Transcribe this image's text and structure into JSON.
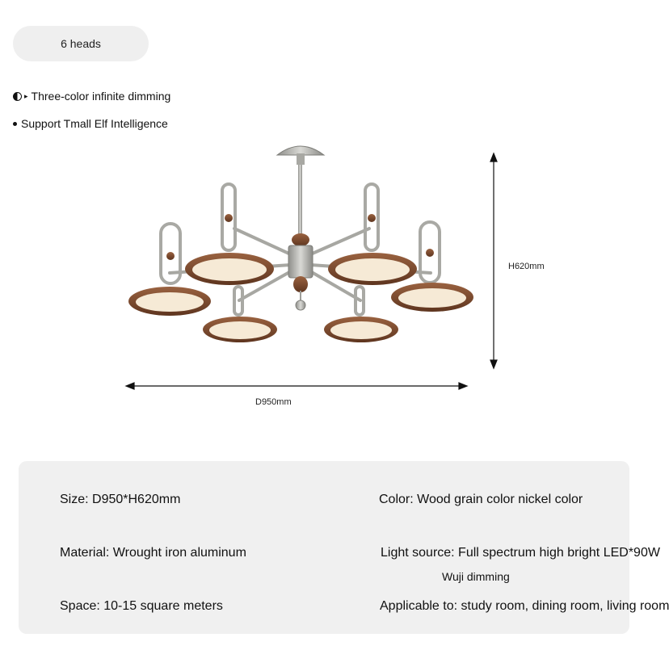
{
  "variant_pill": {
    "label": "6 heads"
  },
  "features": [
    {
      "text": "Three-color infinite dimming",
      "icon": "half-circle-bullet-icon"
    },
    {
      "text": "Support Tmall Elf Intelligence",
      "icon": "dot-bullet-icon"
    }
  ],
  "dimensions": {
    "height_label": "H620mm",
    "diameter_label": "D950mm"
  },
  "specs": {
    "size": "Size: D950*H620mm",
    "color": "Color: Wood grain color   nickel color",
    "material": "Material: Wrought iron   aluminum",
    "light_source": "Light source: Full spectrum high bright LED*90W",
    "dimming": "Wuji dimming",
    "space": "Space: 10-15 square meters",
    "applicable": "Applicable to: study room, dining room, living room"
  },
  "colors": {
    "wood": "#7a4a2e",
    "nickel": "#b9b9b4",
    "diffuser": "#f6ead6",
    "panel": "#f0f0f0"
  }
}
